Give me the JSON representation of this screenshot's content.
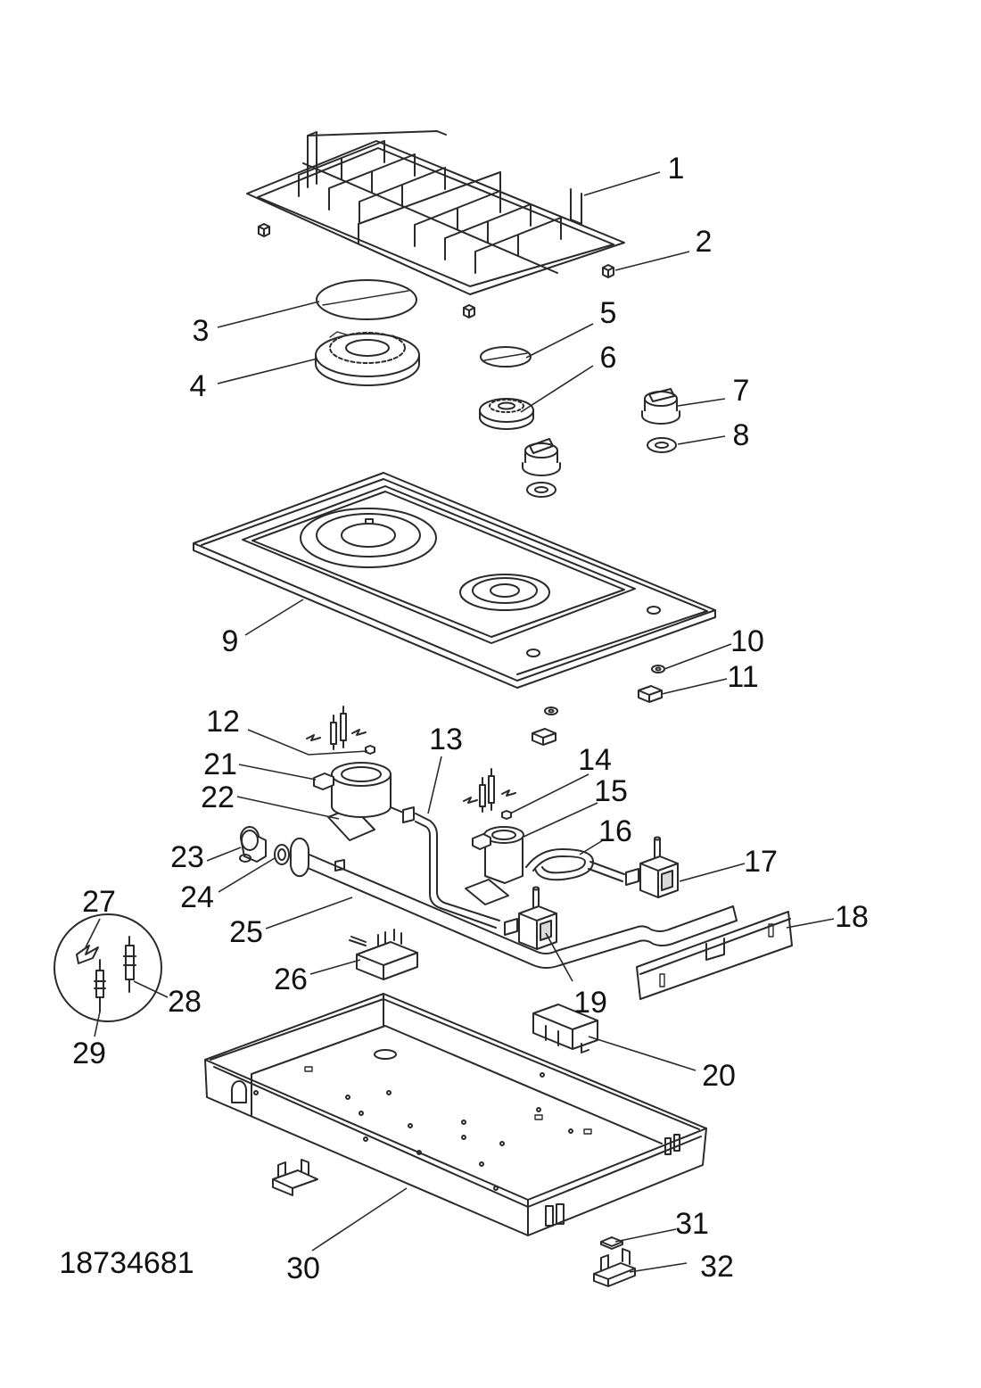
{
  "drawing_number": "18734681",
  "callouts": [
    "1",
    "2",
    "3",
    "4",
    "5",
    "6",
    "7",
    "8",
    "9",
    "10",
    "11",
    "12",
    "13",
    "14",
    "15",
    "16",
    "17",
    "18",
    "19",
    "20",
    "21",
    "22",
    "23",
    "24",
    "25",
    "26",
    "27",
    "28",
    "29",
    "30",
    "31",
    "32"
  ]
}
